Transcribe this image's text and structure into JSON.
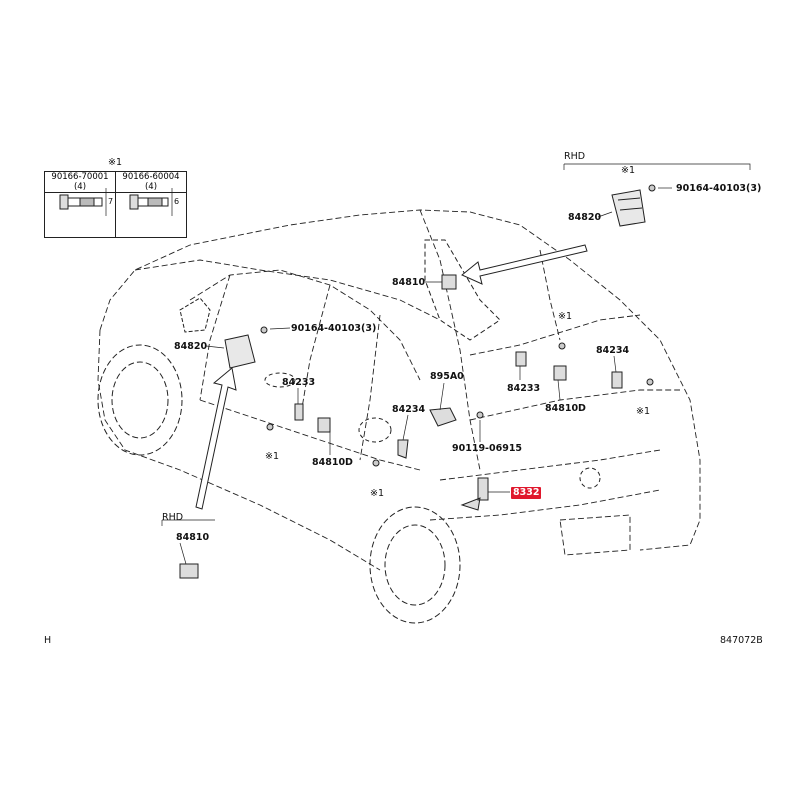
{
  "corner_left": "H",
  "figure_code": "847072B",
  "fasteners": {
    "mark": "※1",
    "parts": [
      "90166-70001 (4)",
      "90166-60004 (4)"
    ],
    "dims": [
      "7",
      "6"
    ]
  },
  "rhd_labels": {
    "top_right": "RHD",
    "lower_left": "RHD"
  },
  "marks": {
    "m1": "※1",
    "m2": "※1",
    "m3": "※1",
    "m4": "※1",
    "m5": "※1"
  },
  "callouts": {
    "p84820_rhd": "84820",
    "p90164_rhd": "90164-40103(3)",
    "p84820": "84820",
    "p90164": "90164-40103(3)",
    "p84810": "84810",
    "p84233_a": "84233",
    "p84233_b": "84233",
    "p895a0": "895A0",
    "p84234_a": "84234",
    "p84234_b": "84234",
    "p84810d_a": "84810D",
    "p84810d_b": "84810D",
    "p90119": "90119-06915",
    "p84810_rhd": "84810",
    "highlight": "8332"
  },
  "colors": {
    "highlight": "#e0182d",
    "line": "#222222"
  }
}
